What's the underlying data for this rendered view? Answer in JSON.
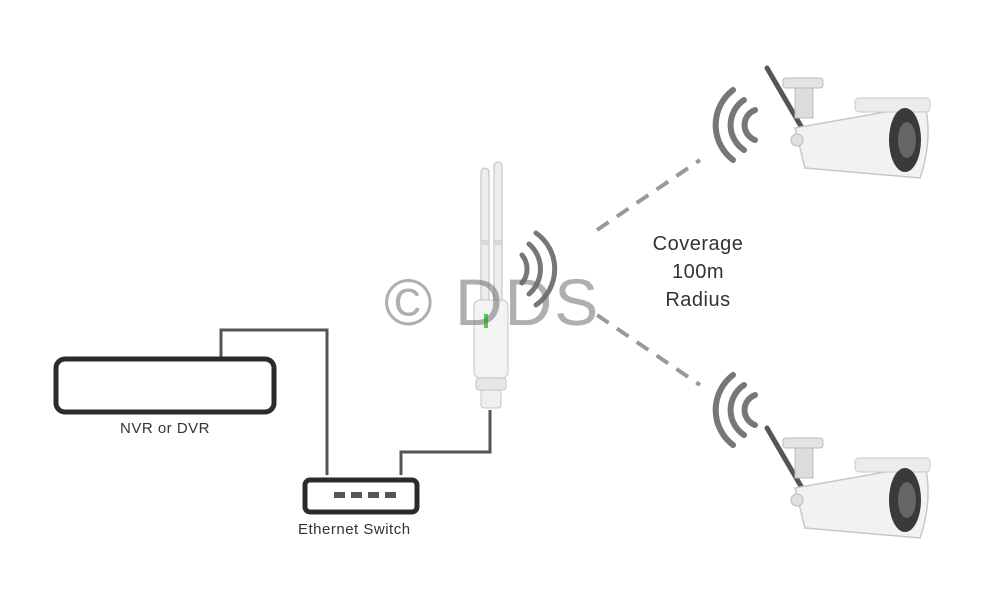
{
  "labels": {
    "nvr": "NVR or DVR",
    "switch": "Ethernet  Switch",
    "coverage_line1": "Coverage",
    "coverage_line2": "100m",
    "coverage_line3": "Radius"
  },
  "watermark": "© DDS",
  "colors": {
    "outline": "#2b2b2b",
    "cable": "#555555",
    "wave": "#777777",
    "dash": "#999999",
    "camera_body": "#f2f2f2",
    "camera_dark": "#3a3a3a",
    "led": "#4cd14c"
  },
  "icons": [
    "wifi-signal-icon",
    "security-camera-icon",
    "access-point-icon",
    "network-switch-icon",
    "recorder-icon"
  ]
}
